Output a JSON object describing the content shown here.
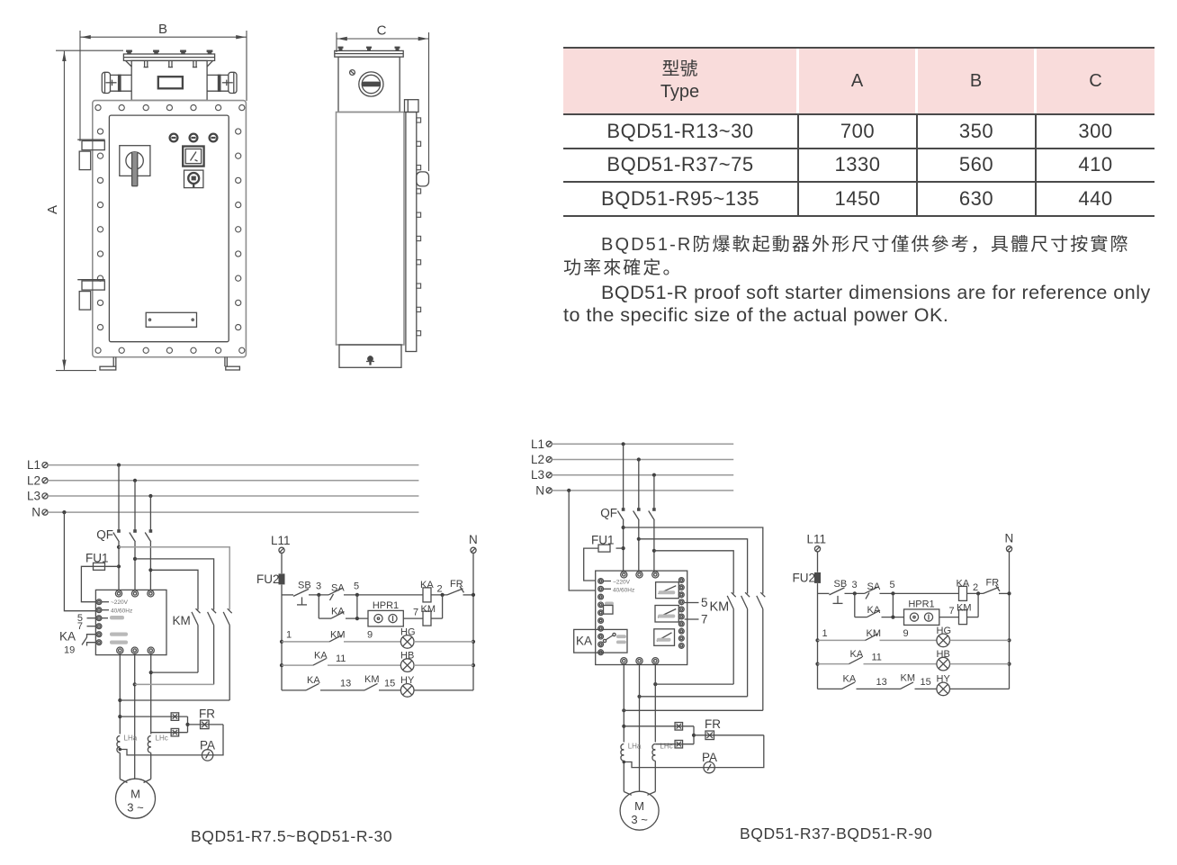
{
  "page": {
    "background": "#ffffff"
  },
  "outline_drawing": {
    "dim_labels": {
      "a": "A",
      "b": "B",
      "c": "C"
    }
  },
  "dimension_table": {
    "header_bg": "#f9dcdb",
    "columns": {
      "type_zh": "型號",
      "type_en": "Type",
      "a": "A",
      "b": "B",
      "c": "C"
    },
    "rows": [
      {
        "type": "BQD51-R13~30",
        "a": "700",
        "b": "350",
        "c": "300"
      },
      {
        "type": "BQD51-R37~75",
        "a": "1330",
        "b": "560",
        "c": "410"
      },
      {
        "type": "BQD51-R95~135",
        "a": "1450",
        "b": "630",
        "c": "440"
      }
    ]
  },
  "notes": {
    "zh_line1": "BQD51-R防爆軟起動器外形尺寸僅供參考，具體尺寸按實際",
    "zh_line2": "功率來確定。",
    "en_line1": "BQD51-R proof soft starter dimensions are for reference only",
    "en_line2": "to the specific size of the actual power OK."
  },
  "schematic": {
    "labels": {
      "l1": "L1",
      "l2": "L2",
      "l3": "L3",
      "n": "N",
      "l11": "L11",
      "qf": "QF",
      "fu1": "FU1",
      "fu2": "FU2",
      "ka": "KA",
      "km": "KM",
      "sb": "SB",
      "sa": "SA",
      "fr": "FR",
      "pa": "PA",
      "hpr1": "HPR1",
      "hg": "HG",
      "hb": "HB",
      "hy": "HY",
      "lha": "LHa",
      "lhc": "LHc",
      "m": "M",
      "m3": "3 ~",
      "v220": "~220V",
      "hz": "40/60Hz"
    },
    "pins": {
      "p1": "1",
      "p2": "2",
      "p3": "3",
      "p5": "5",
      "p7": "7",
      "p9": "9",
      "p11": "11",
      "p13": "13",
      "p15": "15",
      "p19": "19"
    },
    "captions": {
      "left": "BQD51-R7.5~BQD51-R-30",
      "right": "BQD51-R37-BQD51-R-90"
    }
  }
}
